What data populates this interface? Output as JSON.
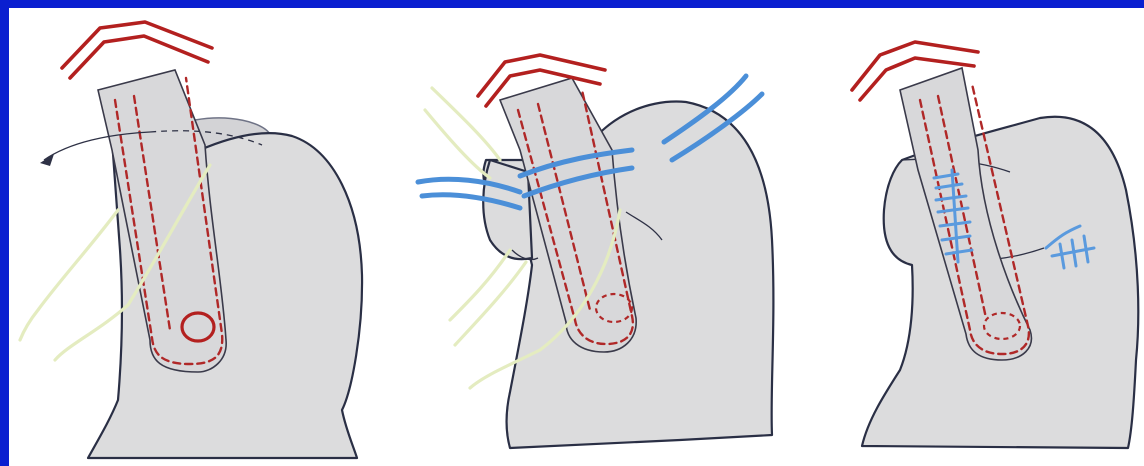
{
  "figure": {
    "background_color": "#0a1fd0",
    "panel_color": "#ffffff",
    "colors": {
      "tissue": "#dcdcdd",
      "outline": "#2a2f45",
      "dashed_channel": "#b02828",
      "cap": "#b3201f",
      "thread": "#e4ecc0",
      "suture": "#4b8fd8"
    },
    "panels": [
      {
        "step": 1,
        "elements": [
          "cap",
          "stalk",
          "dashed-channel",
          "solid-ring",
          "threads",
          "rotation-arrow"
        ]
      },
      {
        "step": 2,
        "elements": [
          "cap",
          "stalk",
          "dashed-channel",
          "dashed-ring",
          "threads",
          "sutures"
        ]
      },
      {
        "step": 3,
        "elements": [
          "cap",
          "stalk",
          "dashed-channel",
          "dashed-ring",
          "stitch-rows"
        ]
      }
    ]
  }
}
